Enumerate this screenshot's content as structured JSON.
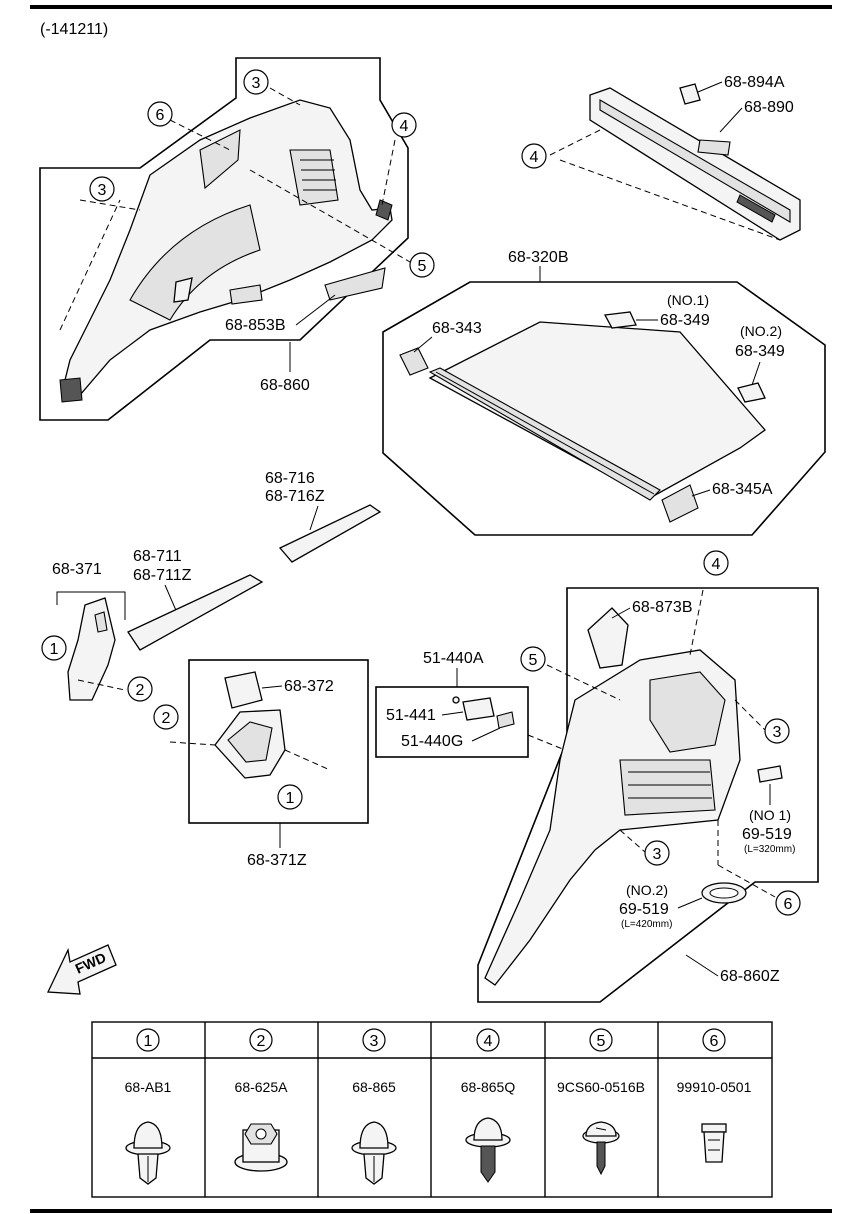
{
  "header": {
    "date_code": "(-141211)"
  },
  "callouts": [
    "1",
    "2",
    "3",
    "4",
    "5",
    "6"
  ],
  "parts": {
    "p68_894A": "68-894A",
    "p68_890": "68-890",
    "p68_853B": "68-853B",
    "p68_860": "68-860",
    "p68_320B": "68-320B",
    "p68_343": "68-343",
    "p68_349_no1_note": "(NO.1)",
    "p68_349_no1": "68-349",
    "p68_349_no2_note": "(NO.2)",
    "p68_349_no2": "68-349",
    "p68_345A": "68-345A",
    "p68_716": "68-716",
    "p68_716Z": "68-716Z",
    "p68_711": "68-711",
    "p68_711Z": "68-711Z",
    "p68_371": "68-371",
    "p68_372": "68-372",
    "p68_371Z": "68-371Z",
    "p51_440A": "51-440A",
    "p51_441": "51-441",
    "p51_440G": "51-440G",
    "p68_873B": "68-873B",
    "p69_519_no1_note": "(NO 1)",
    "p69_519_no1": "69-519",
    "p69_519_no1_len": "(L=320mm)",
    "p69_519_no2_note": "(NO.2)",
    "p69_519_no2": "69-519",
    "p69_519_no2_len": "(L=420mm)",
    "p68_860Z": "68-860Z"
  },
  "fwd_label": "FWD",
  "legend": [
    {
      "num": "1",
      "part": "68-AB1",
      "icon": "push-clip-icon"
    },
    {
      "num": "2",
      "part": "68-625A",
      "icon": "nut-clip-icon"
    },
    {
      "num": "3",
      "part": "68-865",
      "icon": "push-clip-icon"
    },
    {
      "num": "4",
      "part": "68-865Q",
      "icon": "rivet-clip-icon"
    },
    {
      "num": "5",
      "part": "9CS60-0516B",
      "icon": "screw-icon"
    },
    {
      "num": "6",
      "part": "99910-0501",
      "icon": "nut-insert-icon"
    }
  ]
}
